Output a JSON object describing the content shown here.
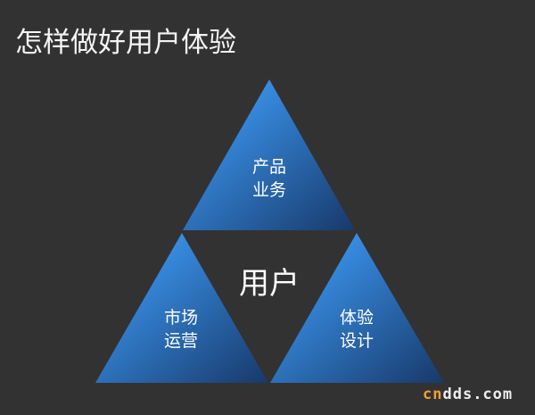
{
  "title": "怎样做好用户体验",
  "center": "用户",
  "segments": [
    {
      "line1": "产品",
      "line2": "业务"
    },
    {
      "line1": "市场",
      "line2": "运营"
    },
    {
      "line1": "体验",
      "line2": "设计"
    }
  ],
  "watermark": {
    "prefix": "cn",
    "rest": "dds.com"
  },
  "colors": {
    "background": "#323232",
    "triangle_light": "#3a92ea",
    "triangle_dark": "#17396a",
    "watermark_accent": "#f0a030"
  }
}
